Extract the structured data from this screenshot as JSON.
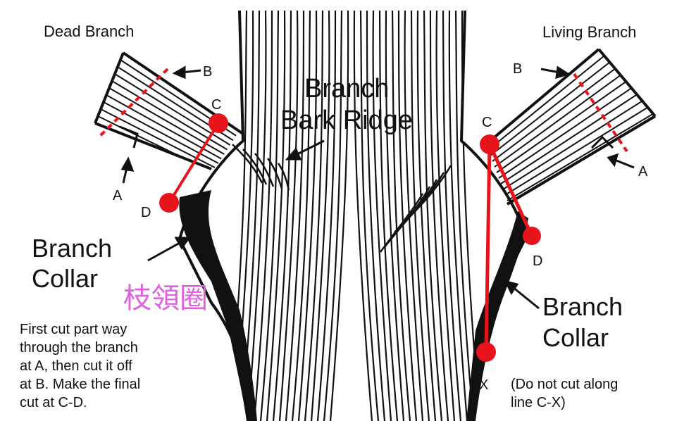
{
  "labels": {
    "dead_branch": "Dead Branch",
    "living_branch": "Living Branch",
    "bark_ridge_line1": "Branch",
    "bark_ridge_line2": "Bark Ridge",
    "collar_left_line1": "Branch",
    "collar_left_line2": "Collar",
    "collar_right_line1": "Branch",
    "collar_right_line2": "Collar",
    "chinese_collar": "枝領圈"
  },
  "points": {
    "left_a": "A",
    "left_b": "B",
    "left_c": "C",
    "left_d": "D",
    "right_a": "A",
    "right_b": "B",
    "right_c": "C",
    "right_d": "D",
    "x": "X"
  },
  "notes": {
    "left_lines": [
      "First cut part way",
      "through the branch",
      "at A, then cut it off",
      "at B. Make the final",
      "cut at C-D."
    ],
    "right_lines": [
      "(Do not cut along",
      "line C-X)"
    ]
  },
  "colors": {
    "ink": "#111111",
    "cut_red": "#e8141b",
    "chinese_text": "#e060e0"
  }
}
